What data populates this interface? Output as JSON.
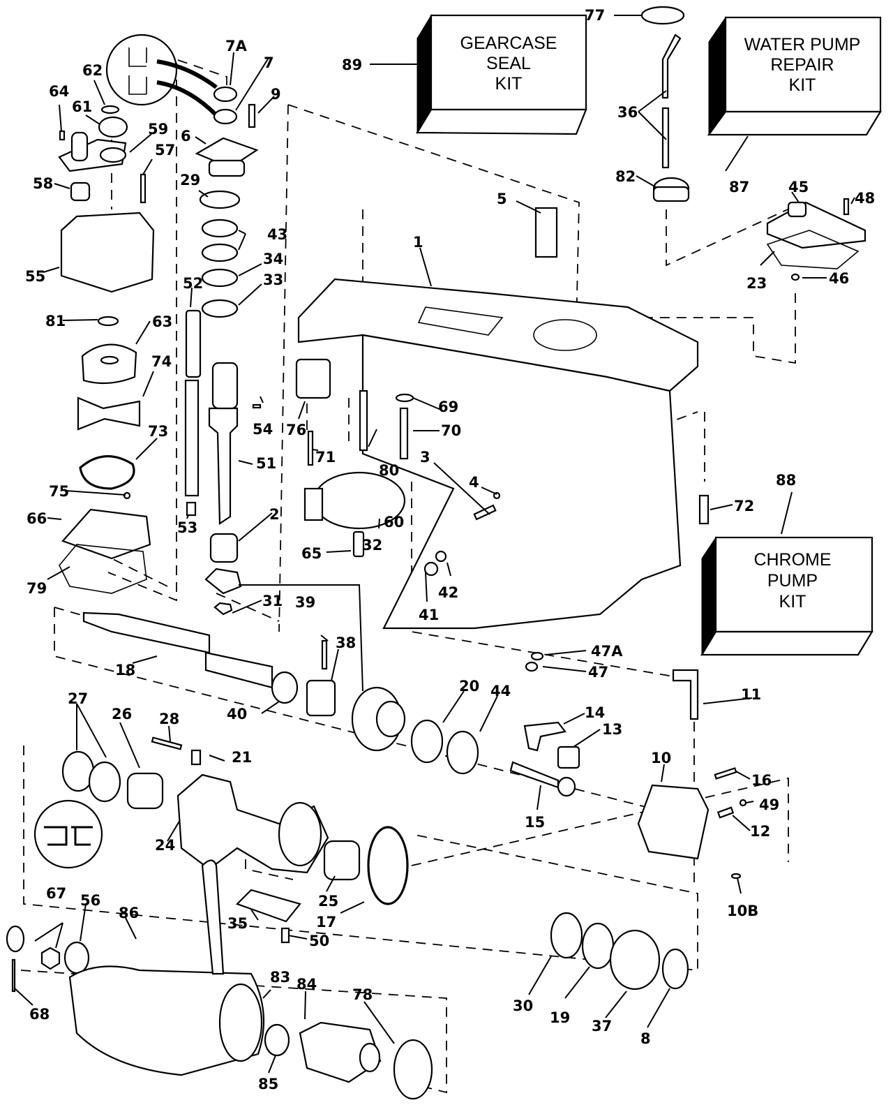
{
  "diagram": {
    "title": "Gearcase exploded parts diagram",
    "kits": [
      {
        "id": "89",
        "lines": [
          "GEARCASE",
          "SEAL",
          "KIT"
        ]
      },
      {
        "id": "87",
        "lines": [
          "WATER PUMP",
          "REPAIR",
          "KIT"
        ]
      },
      {
        "id": "88",
        "lines": [
          "CHROME",
          "PUMP",
          "KIT"
        ]
      }
    ],
    "callouts": [
      "1",
      "2",
      "3",
      "4",
      "5",
      "6",
      "7",
      "7A",
      "8",
      "9",
      "10",
      "10B",
      "11",
      "12",
      "13",
      "14",
      "15",
      "16",
      "17",
      "18",
      "19",
      "20",
      "21",
      "23",
      "24",
      "25",
      "26",
      "27",
      "28",
      "29",
      "30",
      "31",
      "32",
      "33",
      "34",
      "35",
      "36",
      "37",
      "38",
      "39",
      "40",
      "41",
      "42",
      "43",
      "44",
      "45",
      "46",
      "47",
      "47A",
      "48",
      "49",
      "50",
      "51",
      "52",
      "53",
      "54",
      "55",
      "56",
      "57",
      "58",
      "59",
      "60",
      "61",
      "62",
      "63",
      "64",
      "65",
      "66",
      "67",
      "68",
      "69",
      "70",
      "71",
      "72",
      "73",
      "74",
      "75",
      "76",
      "77",
      "78",
      "79",
      "80",
      "81",
      "82",
      "83",
      "84",
      "85",
      "86",
      "87",
      "88",
      "89"
    ]
  }
}
